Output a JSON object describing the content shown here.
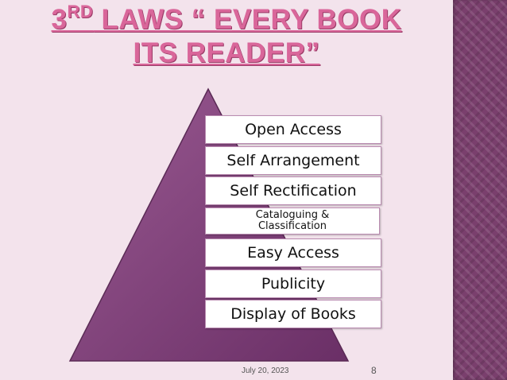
{
  "slide": {
    "title_line1_num": "3",
    "title_line1_sup": "RD",
    "title_line1_rest": " LAWS “ EVERY BOOK",
    "title_line2": "ITS READER”",
    "items": [
      "Open Access",
      "Self Arrangement",
      "Self Rectification",
      "Cataloguing & Classification",
      "Easy  Access",
      "Publicity",
      "Display of Books"
    ],
    "footer_date": "July 20, 2023",
    "page_number": "8"
  },
  "colors": {
    "background": "#f3e3ec",
    "title": "#d9669a",
    "pyramid": "#7b3d78",
    "side_strip": "#7a3f6d"
  }
}
